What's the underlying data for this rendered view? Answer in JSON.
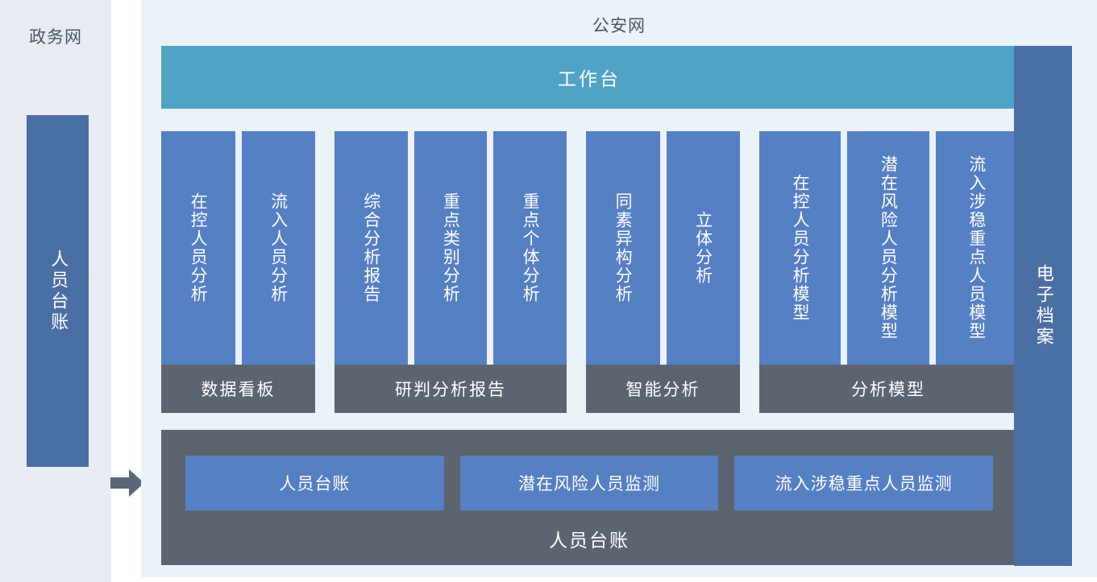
{
  "left_panel": {
    "title": "政务网",
    "bar": {
      "label": "人员台账"
    }
  },
  "flow": {
    "arrow_icon": "arrow-right-icon",
    "arrow_color": "#5c6676"
  },
  "main": {
    "title": "公安网",
    "workbench": {
      "label": "工作台",
      "color": "#51a3c6"
    },
    "groups": [
      {
        "id": "data-dashboard",
        "bar_label": "数据看板",
        "cards": [
          {
            "label": "在控人员分析"
          },
          {
            "label": "流入人员分析"
          }
        ]
      },
      {
        "id": "analysis-report",
        "bar_label": "研判分析报告",
        "cards": [
          {
            "label": "综合分析报告"
          },
          {
            "label": "重点类别分析"
          },
          {
            "label": "重点个体分析"
          }
        ]
      },
      {
        "id": "intelligent-analysis",
        "bar_label": "智能分析",
        "cards": [
          {
            "label": "同素异构分析"
          },
          {
            "label": "立体分析"
          }
        ]
      },
      {
        "id": "analysis-model",
        "bar_label": "分析模型",
        "cards": [
          {
            "label": "在控人员分析模型"
          },
          {
            "label": "潜在风险人员分析模型"
          },
          {
            "label": "流入涉稳重点人员模型"
          }
        ]
      }
    ],
    "bottom_panel": {
      "caption": "人员台账",
      "buttons": [
        {
          "label": "人员台账"
        },
        {
          "label": "潜在风险人员监测"
        },
        {
          "label": "流入涉稳重点人员监测"
        }
      ]
    }
  },
  "right_bar": {
    "label": "电子档案"
  },
  "colors": {
    "card_blue": "#5580c4",
    "side_blue": "#4a6fa5",
    "group_gray": "#5c6470",
    "teal": "#51a3c6",
    "left_bg": "#e8ebf2",
    "main_bg": "#eaf3f7",
    "title_text": "#4a5568"
  }
}
